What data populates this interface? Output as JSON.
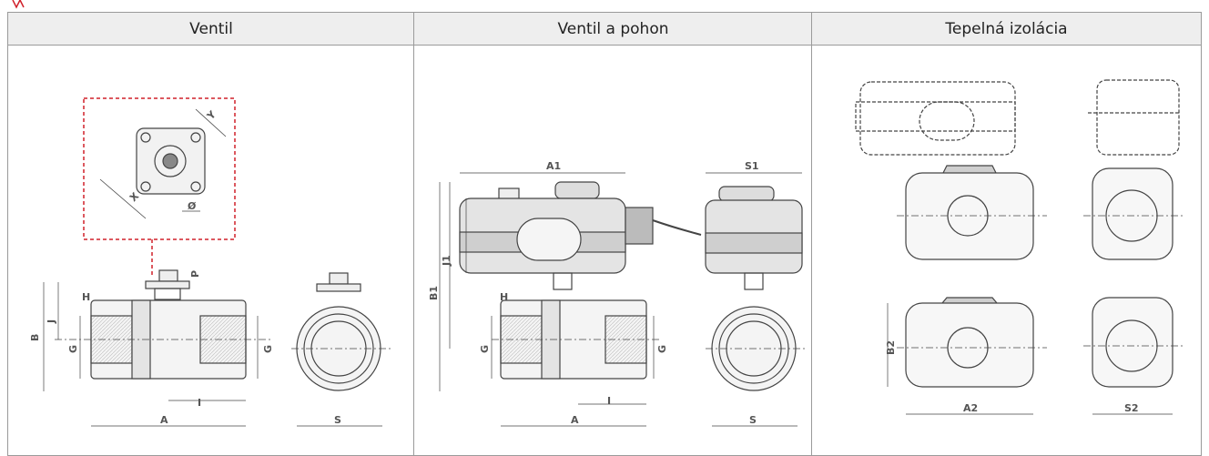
{
  "columns": [
    {
      "title": "Ventil"
    },
    {
      "title": "Ventil a pohon"
    },
    {
      "title": "Tepelná izolácia"
    }
  ],
  "ventil_labels": {
    "B": "B",
    "J": "J",
    "H": "H",
    "G_left": "G",
    "G_right": "G",
    "I": "I",
    "A": "A",
    "S": "S",
    "P": "P",
    "X": "X",
    "Y": "Y",
    "O": "Ø"
  },
  "pohon_labels": {
    "A1": "A1",
    "S1": "S1",
    "B1": "B1",
    "J1": "J1",
    "H": "H",
    "G_left": "G",
    "G_right": "G",
    "I": "I",
    "A": "A",
    "S": "S"
  },
  "izolacia_labels": {
    "B2": "B2",
    "A2": "A2",
    "S2": "S2"
  },
  "colors": {
    "accent_red": "#d0202a",
    "line": "#555555",
    "header_bg": "#eeeeee"
  }
}
